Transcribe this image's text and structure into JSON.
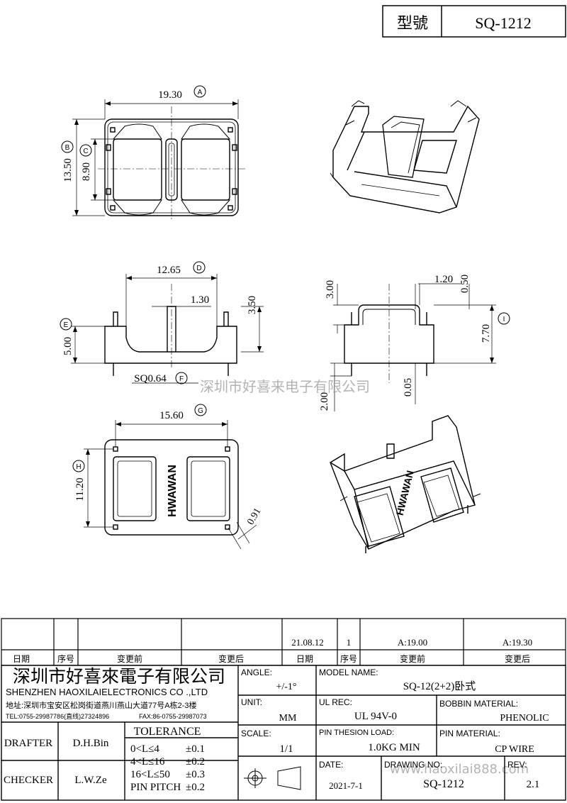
{
  "title_block": {
    "model_label": "型號",
    "model_value": "SQ-1212"
  },
  "dimensions": {
    "a": "19.30",
    "a_tag": "A",
    "b": "13.50",
    "b_tag": "B",
    "c": "8.90",
    "c_tag": "C",
    "d": "12.65",
    "d_tag": "D",
    "pin_gap": "1.30",
    "height_3_50": "3.50",
    "e": "5.00",
    "e_tag": "E",
    "pin": "SQ0.64",
    "f_tag": "F",
    "g": "15.60",
    "g_tag": "G",
    "h": "11.20",
    "h_tag": "H",
    "d091": "0.91",
    "s300": "3.00",
    "s120": "1.20",
    "s050": "0.50",
    "i": "7.70",
    "i_tag": "I",
    "s200": "2.00",
    "s005": "0.05"
  },
  "logo_text": "HWAWAN",
  "watermark": {
    "company": "深圳市好喜来电子有限公司",
    "site": "www.haoxilai888.com"
  },
  "revision": {
    "row": [
      "",
      "",
      "",
      "",
      "21.08.12",
      "1",
      "A:19.00",
      "A:19.30"
    ],
    "headers": [
      "日期",
      "序号",
      "变更前",
      "变更后",
      "日期",
      "序号",
      "变更前",
      "变更后"
    ]
  },
  "company": {
    "name_cn": "深圳市好喜來電子有限公司",
    "name_en": "SHENZHEN HAOXILAIELECTRONICS CO .,LTD",
    "address": "地址:深圳市宝安区松岗街道燕川燕山大道77号A栋2-3楼",
    "tel": "TEL:0755-29987786(直线)27324896",
    "fax": "FAX:86-0755-29987073"
  },
  "fields": {
    "angle_label": "ANGLE:",
    "angle_value": "+/-1°",
    "model_name_label": "MODEL NAME:",
    "model_name_value": "SQ-12(2+2)卧式",
    "unit_label": "UNIT:",
    "unit_value": "MM",
    "ul_rec_label": "UL REC:",
    "ul_rec_value": "UL 94V-0",
    "bobbin_label": "BOBBIN MATERIAL:",
    "bobbin_value": "PHENOLIC",
    "scale_label": "SCALE:",
    "scale_value": "1/1",
    "pin_load_label": "PIN THESION LOAD:",
    "pin_load_value": "1.0KG MIN",
    "pin_material_label": "PIN MATERIAL:",
    "pin_material_value": "CP  WIRE",
    "date_label": "DATE:",
    "date_value": "2021-7-1",
    "drawing_no_label": "DRAWING NO:",
    "drawing_no_value": "SQ-1212",
    "rev_label": "REV:",
    "rev_value": "2.1",
    "drafter_label": "DRAFTER",
    "drafter_value": "D.H.Bin",
    "checker_label": "CHECKER",
    "checker_value": "L.W.Ze"
  },
  "tolerance": {
    "title": "TOLERANCE",
    "rows": [
      {
        "range": "0<L≤4",
        "value": "±0.1"
      },
      {
        "range": "4<L≤16",
        "value": "±0.2"
      },
      {
        "range": "16<L≤50",
        "value": "±0.3"
      },
      {
        "range": "PIN PITCH",
        "value": "±0.2"
      }
    ]
  }
}
